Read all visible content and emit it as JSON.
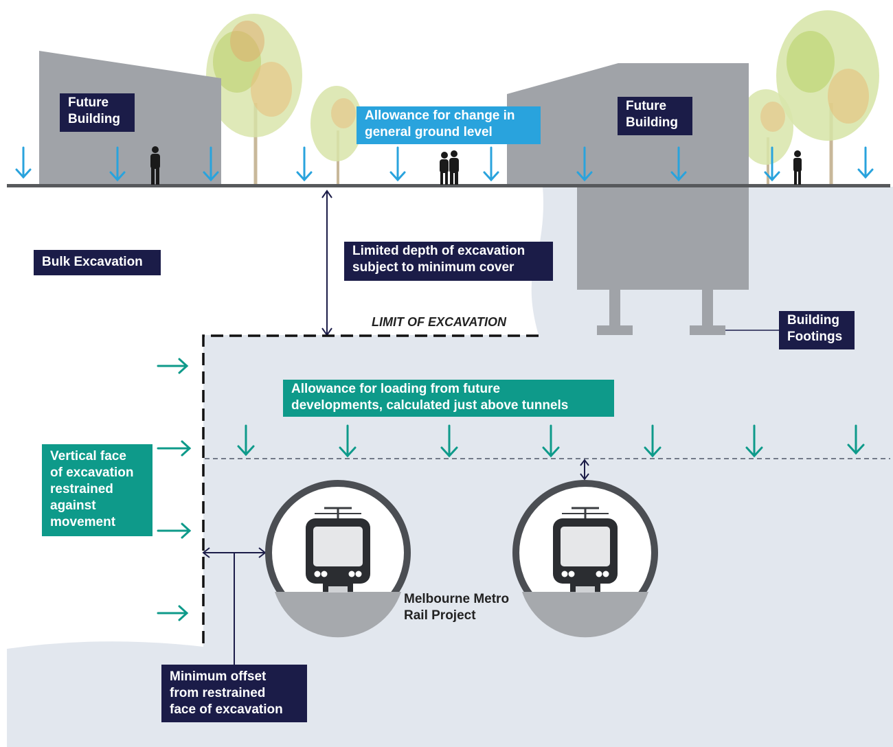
{
  "labels": {
    "future_building_left": "Future\nBuilding",
    "future_building_right": "Future\nBuilding",
    "ground_level_allowance": "Allowance for change in\ngeneral ground level",
    "bulk_excavation": "Bulk Excavation",
    "limited_depth": "Limited depth of excavation\nsubject to minimum cover",
    "limit_of_excavation": "LIMIT OF EXCAVATION",
    "building_footings": "Building\nFootings",
    "loading_allowance": "Allowance for loading from future\ndevelopments, calculated just above tunnels",
    "vertical_face": "Vertical face\nof excavation\nrestrained\nagainst\nmovement",
    "project_name": "Melbourne Metro\nRail Project",
    "minimum_offset": "Minimum offset\nfrom restrained\nface of excavation"
  },
  "colors": {
    "navy": "#1b1c48",
    "blue": "#29a3dd",
    "teal": "#0e9a8a",
    "building_grey": "#a0a3a8",
    "soil": "#e2e7ee",
    "ground_line": "#57595c"
  }
}
